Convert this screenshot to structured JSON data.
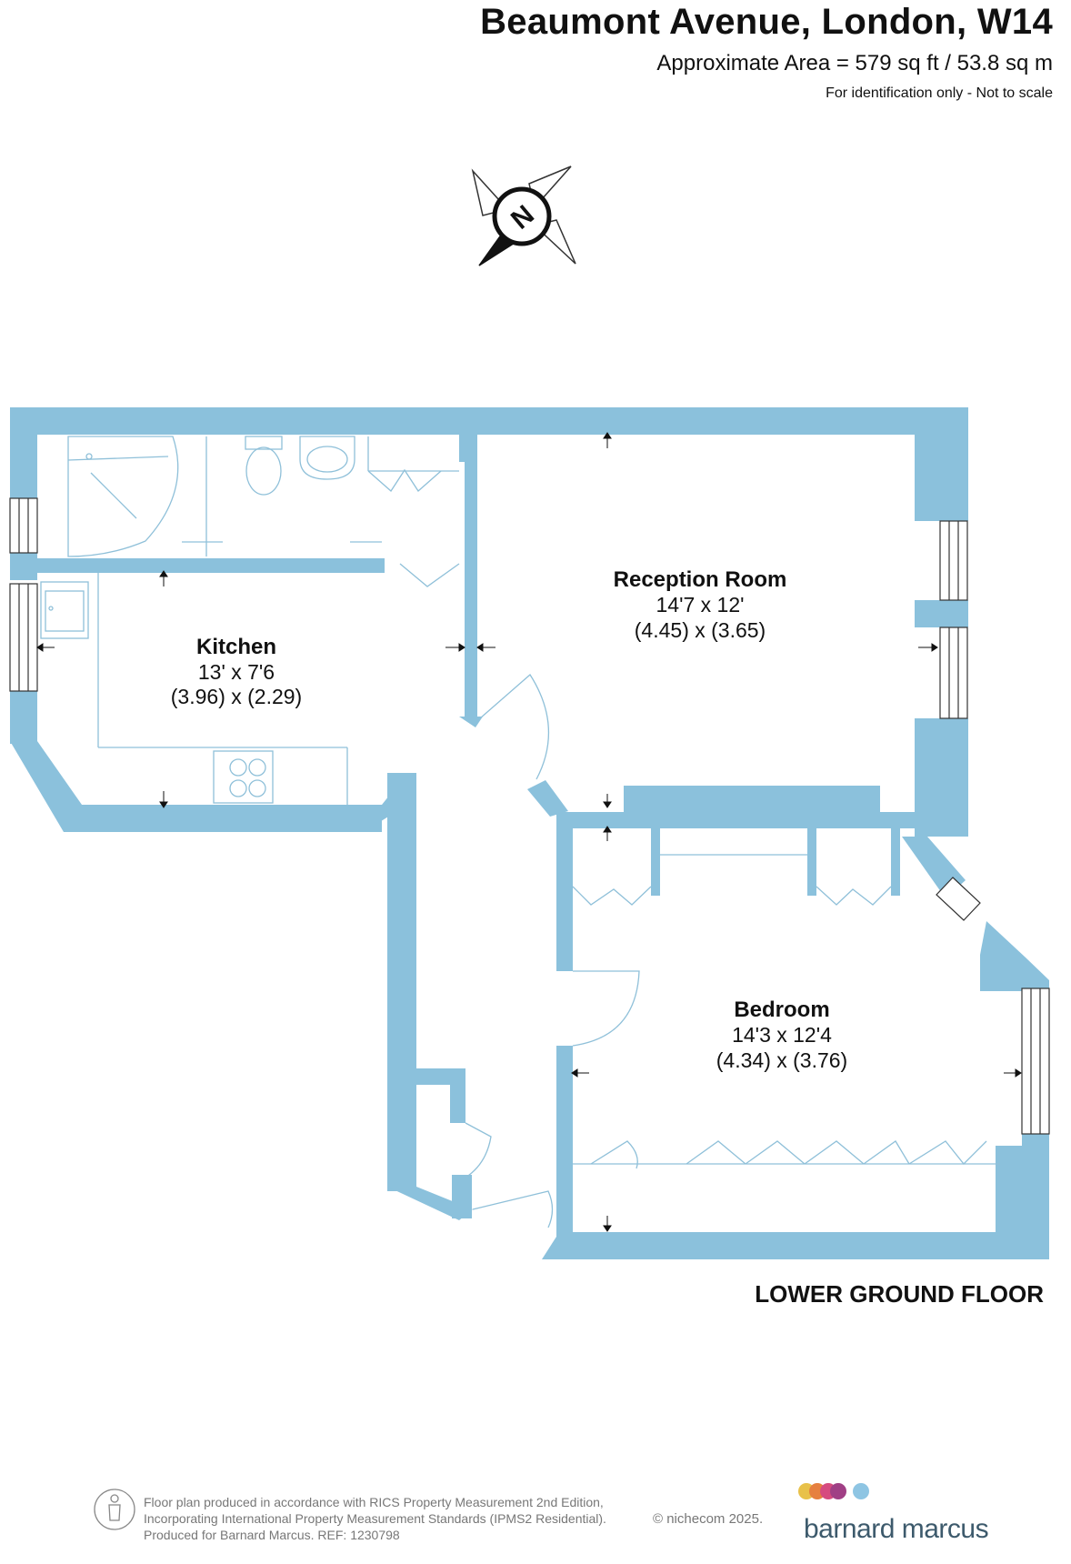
{
  "header": {
    "title": "Beaumont Avenue, London, W14",
    "area": "Approximate Area = 579 sq ft / 53.8 sq m",
    "scale_note": "For identification only - Not to scale"
  },
  "compass": {
    "label": "N",
    "icon": "compass-north-icon"
  },
  "rooms": [
    {
      "name": "Reception Room",
      "dims_imperial": "14'7 x 12'",
      "dims_metric": "(4.45) x (3.65)"
    },
    {
      "name": "Kitchen",
      "dims_imperial": "13' x 7'6",
      "dims_metric": "(3.96) x (2.29)"
    },
    {
      "name": "Bedroom",
      "dims_imperial": "14'3 x 12'4",
      "dims_metric": "(4.34) x (3.76)"
    }
  ],
  "floor_label": "LOWER GROUND FLOOR",
  "footer": {
    "lines": [
      "Floor plan produced in accordance with RICS Property Measurement 2nd Edition,",
      "Incorporating International Property Measurement Standards (IPMS2 Residential).",
      "Produced for Barnard Marcus.   REF:  1230798"
    ],
    "copyright": "© nichecom 2025.",
    "brand": "barnard marcus"
  },
  "colors": {
    "wall": "#8bc1dc",
    "fixture_line": "#8fc0d9",
    "text": "#111111"
  }
}
